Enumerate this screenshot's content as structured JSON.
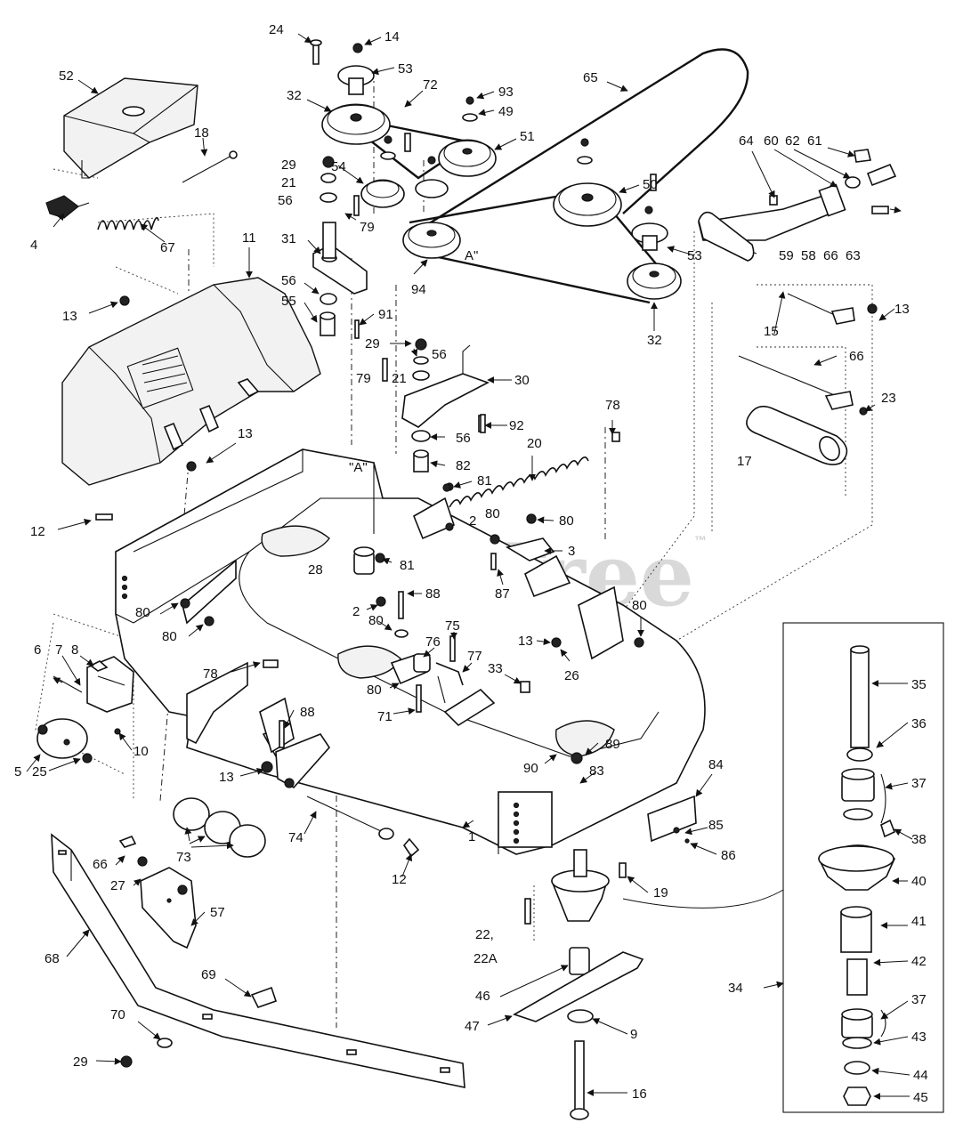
{
  "watermark": {
    "text": "PartsTree",
    "trademark": "™"
  },
  "callout_labels": {
    "p1": "1",
    "p2a": "2",
    "p2b": "2",
    "p3": "3",
    "p4": "4",
    "p5": "5",
    "p6": "6",
    "p7": "7",
    "p8": "8",
    "p9": "9",
    "p10": "10",
    "p11": "11",
    "p12a": "12",
    "p12b": "12",
    "p13a": "13",
    "p13b": "13",
    "p13c": "13",
    "p13d": "13",
    "p13e": "13",
    "p14": "14",
    "p15": "15",
    "p16": "16",
    "p17": "17",
    "p18": "18",
    "p19": "19",
    "p20": "20",
    "p21a": "21",
    "p21b": "21",
    "p22": "22,",
    "p22a": "22A",
    "p23": "23",
    "p24": "24",
    "p25": "25",
    "p26": "26",
    "p27": "27",
    "p28": "28",
    "p29a": "29",
    "p29b": "29",
    "p29c": "29",
    "p30": "30",
    "p31": "31",
    "p32a": "32",
    "p32b": "32",
    "p33": "33",
    "p34": "34",
    "p35": "35",
    "p36": "36",
    "p37a": "37",
    "p37b": "37",
    "p38": "38",
    "p40": "40",
    "p41": "41",
    "p42": "42",
    "p43": "43",
    "p44": "44",
    "p45": "45",
    "p46": "46",
    "p47": "47",
    "p49": "49",
    "p50": "50",
    "p51": "51",
    "p52": "52",
    "p53a": "53",
    "p53b": "53",
    "p54": "54",
    "p55": "55",
    "p56a": "56",
    "p56b": "56",
    "p56c": "56",
    "p56d": "56",
    "p57": "57",
    "p58": "58",
    "p59": "59",
    "p60": "60",
    "p61": "61",
    "p62": "62",
    "p63": "63",
    "p64": "64",
    "p65": "65",
    "p66a": "66",
    "p66b": "66",
    "p66c": "66",
    "p67": "67",
    "p68": "68",
    "p69": "69",
    "p70": "70",
    "p71": "71",
    "p72": "72",
    "p73": "73",
    "p74": "74",
    "p75": "75",
    "p76": "76",
    "p77": "77",
    "p78a": "78",
    "p78b": "78",
    "p79a": "79",
    "p79b": "79",
    "p80a": "80",
    "p80b": "80",
    "p80c": "80",
    "p80d": "80",
    "p80e": "80",
    "p80f": "80",
    "p80g": "80",
    "p81a": "81",
    "p81b": "81",
    "p82": "82",
    "p83": "83",
    "p84": "84",
    "p85": "85",
    "p86": "86",
    "p87": "87",
    "p88a": "88",
    "p88b": "88",
    "p89": "89",
    "p90": "90",
    "p91": "91",
    "p92": "92",
    "p93": "93",
    "p94": "94",
    "refA1": "\"A\"",
    "refA2": "A\""
  }
}
